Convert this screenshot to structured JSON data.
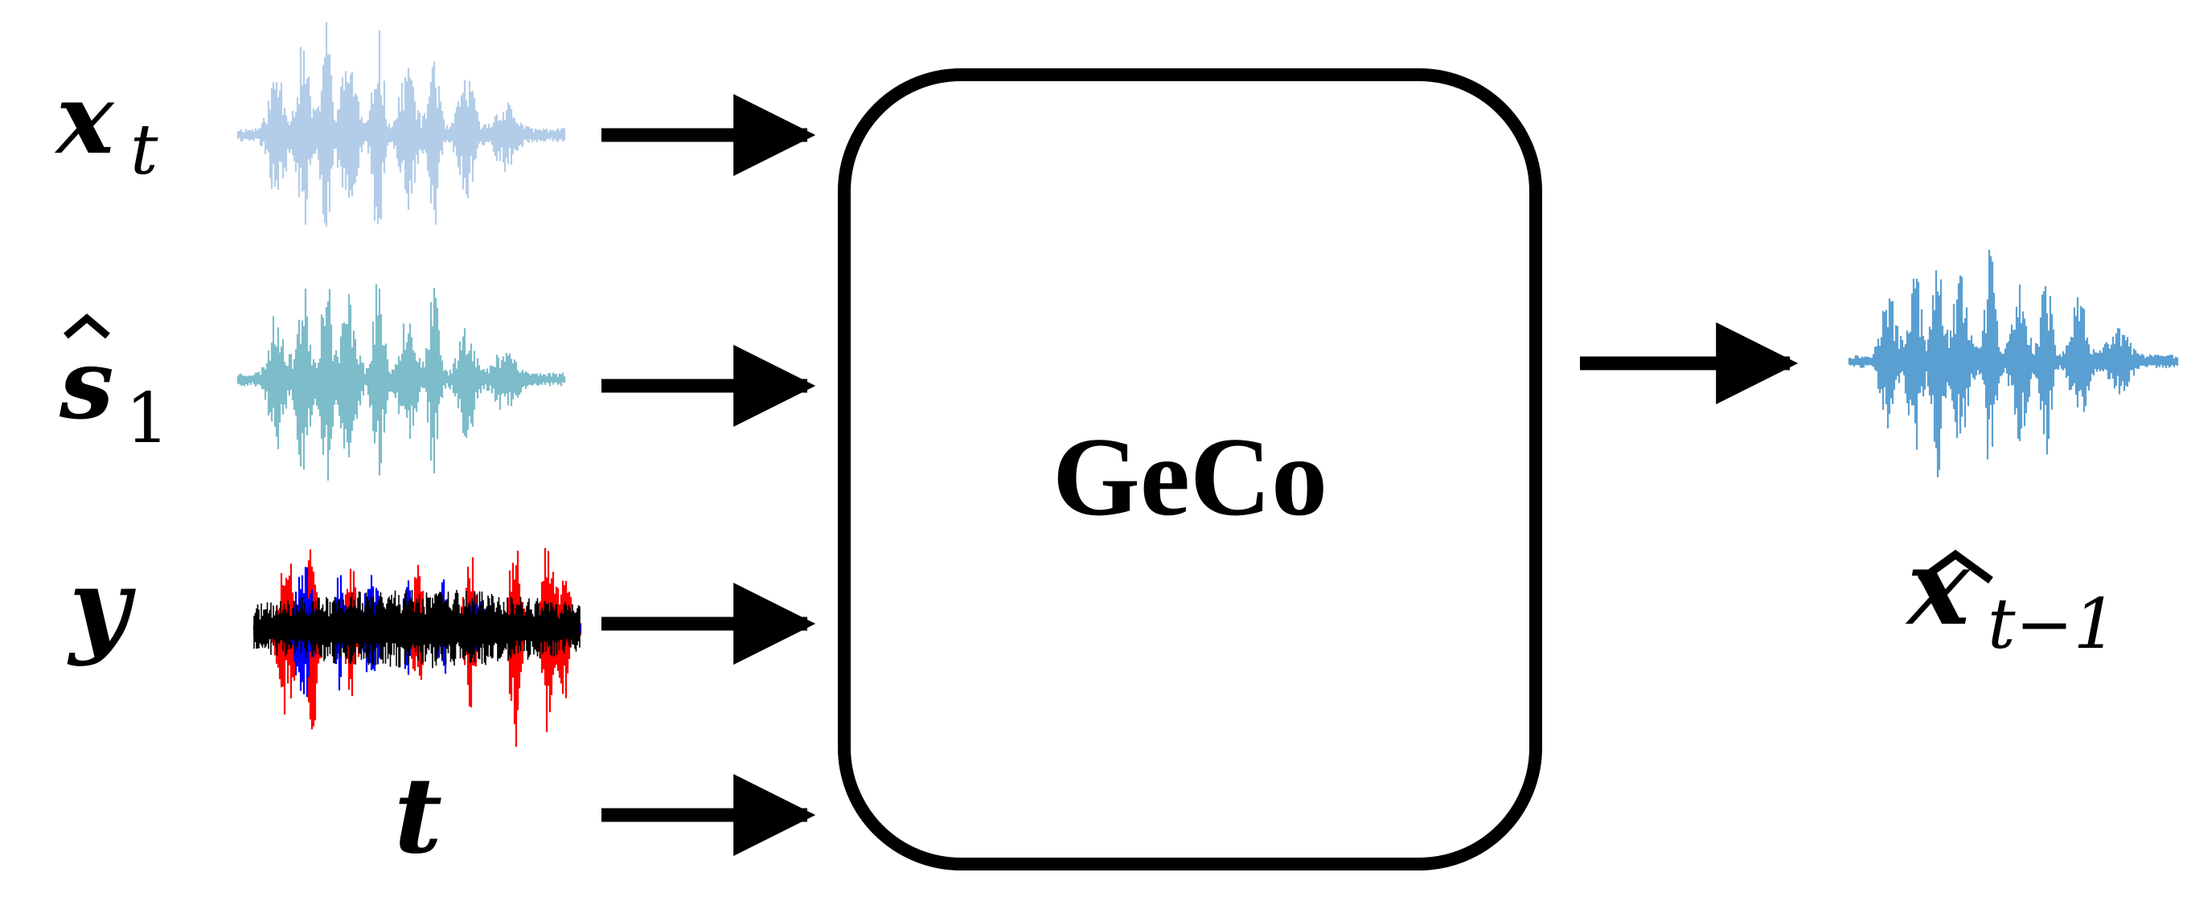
{
  "block": {
    "label": "GeCo"
  },
  "inputs": [
    {
      "id": "xt",
      "symbol": "x",
      "subscript": "t",
      "hat": false,
      "waveform": true,
      "colors": [
        "#b3cde8"
      ]
    },
    {
      "id": "s1",
      "symbol": "s",
      "subscript": "1",
      "hat": true,
      "waveform": true,
      "colors": [
        "#7dbcc9"
      ]
    },
    {
      "id": "y",
      "symbol": "y",
      "subscript": "",
      "hat": false,
      "waveform": true,
      "colors": [
        "#ff0000",
        "#0000ff",
        "#000000"
      ]
    },
    {
      "id": "t",
      "symbol": "t",
      "subscript": "",
      "hat": false,
      "waveform": false,
      "colors": []
    }
  ],
  "output": {
    "id": "xhat",
    "symbol": "x",
    "subscript": "t−1",
    "hat": true,
    "waveform": true,
    "colors": [
      "#5a9fd1"
    ]
  },
  "icons": {
    "hat": "hat-accent-icon",
    "arrow": "right-arrow-icon",
    "waveform": "audio-waveform-icon"
  }
}
